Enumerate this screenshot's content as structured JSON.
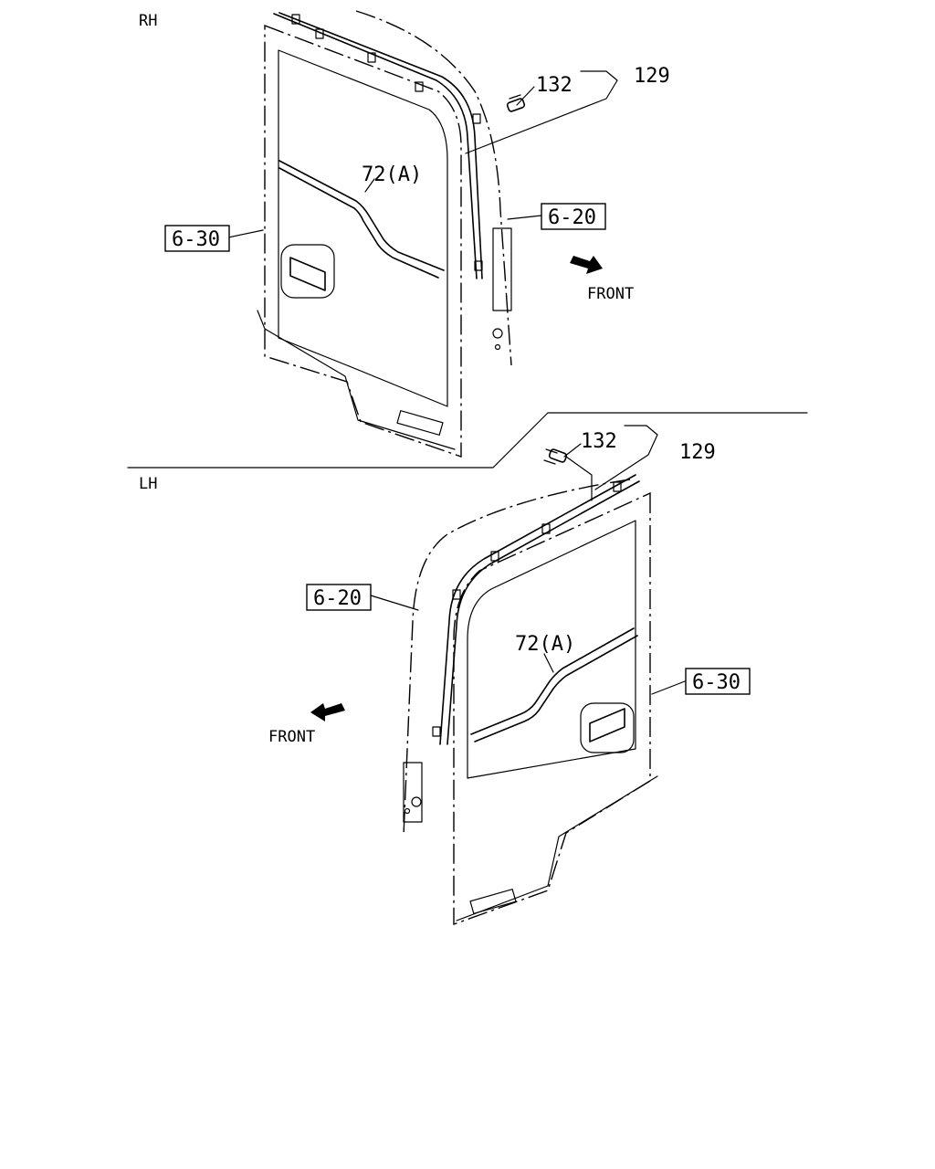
{
  "sections": {
    "rh": "RH",
    "lh": "LH"
  },
  "rh_callouts": {
    "part_132": "132",
    "part_129": "129",
    "part_72a": "72(A)",
    "ref_630": "6-30",
    "ref_620": "6-20",
    "front": "FRONT"
  },
  "lh_callouts": {
    "part_132": "132",
    "part_129": "129",
    "part_72a": "72(A)",
    "ref_630": "6-30",
    "ref_620": "6-20",
    "front": "FRONT"
  }
}
